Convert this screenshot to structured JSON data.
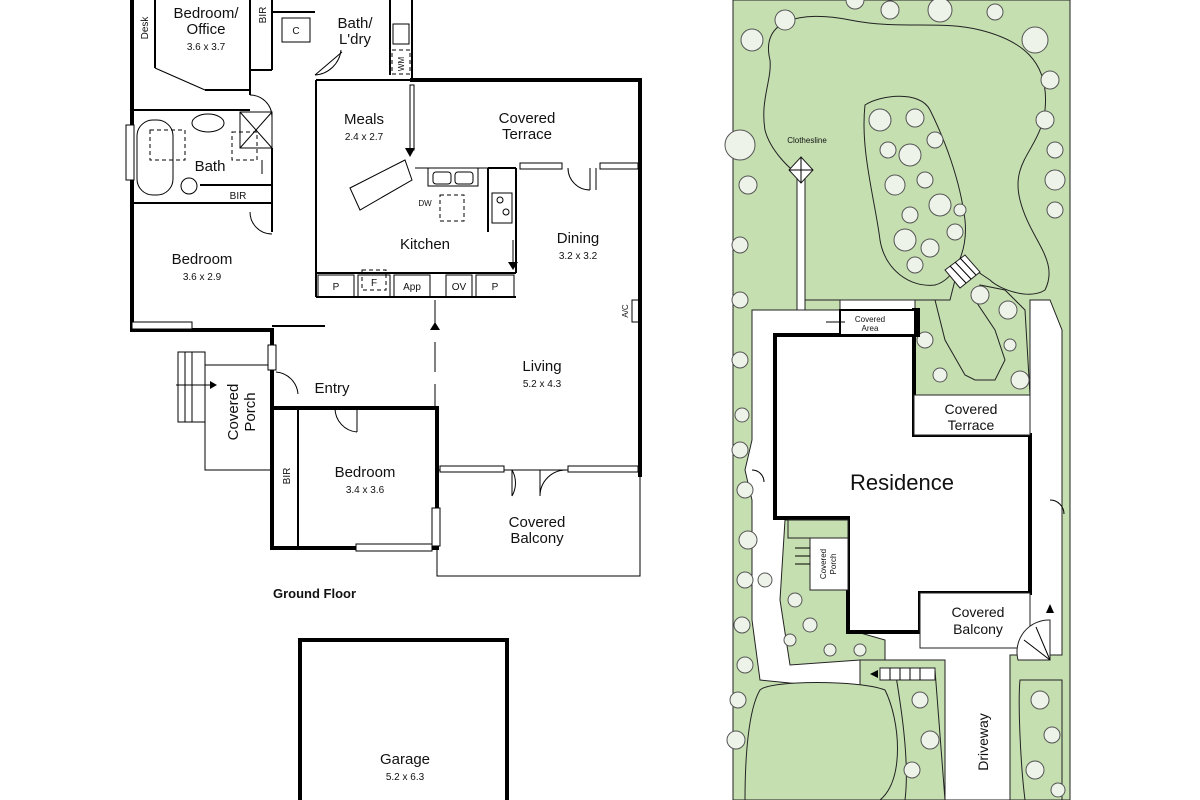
{
  "ground_floor": {
    "title": "Ground Floor",
    "rooms": {
      "bedroom_office": {
        "name_line1": "Bedroom/",
        "name_line2": "Office",
        "dims": "3.6 x 3.7"
      },
      "desk": "Desk",
      "bir_top": "BIR",
      "c": "C",
      "bath_laundry": {
        "name_line1": "Bath/",
        "name_line2": "L'dry"
      },
      "wm": "WM",
      "meals": {
        "name": "Meals",
        "dims": "2.4 x 2.7"
      },
      "covered_terrace": {
        "line1": "Covered",
        "line2": "Terrace"
      },
      "bath": "Bath",
      "bir_bath": "BIR",
      "kitchen": "Kitchen",
      "dw": "DW",
      "dining": {
        "name": "Dining",
        "dims": "3.2 x 3.2"
      },
      "bedroom_mid": {
        "name": "Bedroom",
        "dims": "3.6 x 2.9"
      },
      "pantry1": "P",
      "fridge": "F",
      "app": "App",
      "oven": "OV",
      "pantry2": "P",
      "ac": "A/C",
      "living": {
        "name": "Living",
        "dims": "5.2 x 4.3"
      },
      "covered_porch": {
        "line1": "Covered",
        "line2": "Porch"
      },
      "entry": "Entry",
      "bir_entry": "BIR",
      "bedroom_entry": {
        "name": "Bedroom",
        "dims": "3.4 x 3.6"
      },
      "covered_balcony": {
        "line1": "Covered",
        "line2": "Balcony"
      }
    }
  },
  "garage": {
    "name": "Garage",
    "dims": "5.2 x 6.3"
  },
  "site_plan": {
    "clothesline": "Clothesline",
    "covered_area": {
      "line1": "Covered",
      "line2": "Area"
    },
    "covered_terrace": {
      "line1": "Covered",
      "line2": "Terrace"
    },
    "residence": "Residence",
    "covered_porch": {
      "line1": "Covered",
      "line2": "Porch"
    },
    "covered_balcony": {
      "line1": "Covered",
      "line2": "Balcony"
    },
    "driveway": "Driveway",
    "colors": {
      "grass": "#c5dfb1",
      "tree": "#eef3ea",
      "wall": "#000000"
    }
  }
}
